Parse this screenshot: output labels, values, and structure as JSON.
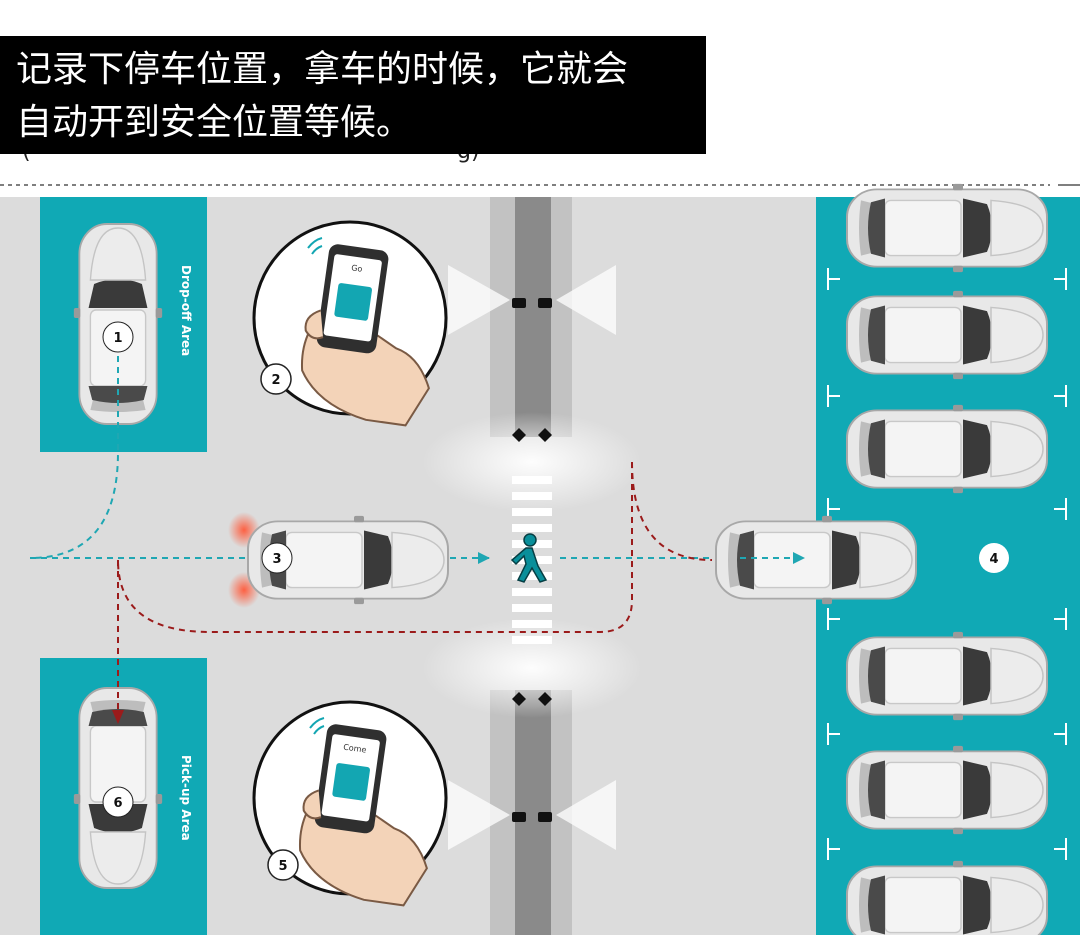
{
  "caption": {
    "line1": "记录下停车位置，拿车的时候，它就会",
    "line2": "自动开到安全位置等候。"
  },
  "header_fragments": {
    "left": "(",
    "right": "g)"
  },
  "zones": {
    "drop_off": "Drop-off Area",
    "pick_up": "Pick-up Area"
  },
  "steps": [
    "1",
    "2",
    "3",
    "4",
    "5",
    "6"
  ],
  "phone_screens": {
    "top": "Go",
    "bottom": "Come"
  },
  "colors": {
    "road": "#dcdcdc",
    "teal": "#10a9b5",
    "teal_path": "#1fa7b3",
    "red_path": "#9b1b1b",
    "car_body": "#e6e6e6",
    "car_glass": "#3c3c3c",
    "garage": "#8a8a8a",
    "pedestrian": "#0a8f9a"
  }
}
